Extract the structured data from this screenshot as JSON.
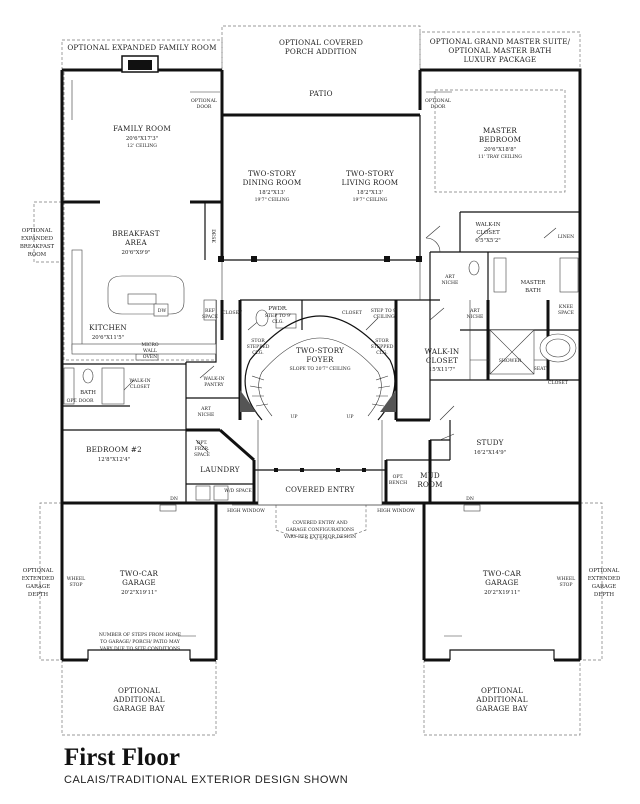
{
  "title": "First Floor",
  "subtitle": "CALAIS/TRADITIONAL EXTERIOR DESIGN SHOWN",
  "labels": {
    "opt_family": "OPTIONAL EXPANDED FAMILY ROOM",
    "opt_porch_1": "OPTIONAL COVERED",
    "opt_porch_2": "PORCH ADDITION",
    "opt_master_1": "OPTIONAL GRAND MASTER SUITE/",
    "opt_master_2": "OPTIONAL MASTER BATH",
    "opt_master_3": "LUXURY PACKAGE",
    "patio": "PATIO",
    "optional_door": "OPTIONAL",
    "door": "DOOR",
    "family_room": "FAMILY ROOM",
    "family_dim": "20'6\"X17'3\"",
    "family_ceiling": "12' CEILING",
    "dining_1": "TWO-STORY",
    "dining_2": "DINING ROOM",
    "dining_dim": "18'2\"X13'",
    "dining_ceiling": "19'7\" CEILING",
    "living_1": "TWO-STORY",
    "living_2": "LIVING ROOM",
    "living_dim": "18'2\"X13'",
    "living_ceiling": "19'7\" CEILING",
    "master_1": "MASTER",
    "master_2": "BEDROOM",
    "master_dim": "20'6\"X18'8\"",
    "master_ceiling": "11' TRAY CEILING",
    "opt_breakfast_1": "OPTIONAL",
    "opt_breakfast_2": "EXPANDED",
    "opt_breakfast_3": "BREAKFAST",
    "opt_breakfast_4": "ROOM",
    "breakfast_1": "BREAKFAST",
    "breakfast_2": "AREA",
    "breakfast_dim": "20'6\"X9'9\"",
    "desk": "DESK",
    "dw": "DW",
    "kitchen": "KITCHEN",
    "kitchen_dim": "20'6\"X11'5\"",
    "micro_1": "MICRO",
    "micro_2": "WALL",
    "micro_3": "OVEN",
    "ref_1": "REF",
    "ref_2": "SPACE",
    "closet": "CLOSET",
    "pwdr": "PWDR.",
    "step_1": "STEP TO 9'",
    "step_2": "CLG.",
    "stor_1": "STOR",
    "stor_2": "STEPPED",
    "stor_3": "CLG.",
    "step_ceiling_1": "STEP TO 9'",
    "step_ceiling_2": "CEILING",
    "foyer_1": "TWO-STORY",
    "foyer_2": "FOYER",
    "foyer_3": "SLOPE TO 20'7\" CEILING",
    "up": "UP",
    "wic_1": "WALK-IN",
    "wic_2": "CLOSET",
    "wic_dim_small": "6'5\"X5'2\"",
    "linen": "LINEN",
    "art_1": "ART",
    "art_2": "NICHE",
    "master_bath_1": "MASTER",
    "master_bath_2": "BATH",
    "knee_1": "KNEE",
    "knee_2": "SPACE",
    "wic_dim_large": "15'X11'7\"",
    "shower": "SHOWER",
    "seat": "SEAT",
    "bath": "BATH",
    "opt_door": "OPT. DOOR",
    "walkin_closet_1": "WALK-IN",
    "walkin_closet_2": "CLOSET",
    "walkin_pantry_1": "WALK-IN",
    "walkin_pantry_2": "PANTRY",
    "bedroom2": "BEDROOM #2",
    "bedroom2_dim": "12'8\"X12'4\"",
    "opt_frzr_1": "OPT.",
    "opt_frzr_2": "FRZR.",
    "opt_frzr_3": "SPACE",
    "laundry": "LAUNDRY",
    "wd_space": "W/D SPACE",
    "covered_entry": "COVERED ENTRY",
    "opt_bench_1": "OPT.",
    "opt_bench_2": "BENCH",
    "mud_1": "MUD",
    "mud_2": "ROOM",
    "study": "STUDY",
    "study_dim": "16'2\"X14'9\"",
    "dn": "DN",
    "high_window": "HIGH WINDOW",
    "entry_note_1": "COVERED ENTRY AND",
    "entry_note_2": "GARAGE CONFIGURATIONS",
    "entry_note_3": "VARY PER EXTERIOR DESIGN",
    "opt_ext_1": "OPTIONAL",
    "opt_ext_2": "EXTENDED",
    "opt_ext_3": "GARAGE",
    "opt_ext_4": "DEPTH",
    "wheel_1": "WHEEL",
    "wheel_2": "STOP",
    "garage_1": "TWO-CAR",
    "garage_2": "GARAGE",
    "garage_dim": "20'2\"X19'11\"",
    "steps_note_1": "NUMBER OF STEPS FROM HOME",
    "steps_note_2": "TO GARAGE/ PORCH/ PATIO MAY",
    "steps_note_3": "VARY DUE TO SITE CONDITIONS",
    "bay_1": "OPTIONAL",
    "bay_2": "ADDITIONAL",
    "bay_3": "GARAGE BAY"
  }
}
